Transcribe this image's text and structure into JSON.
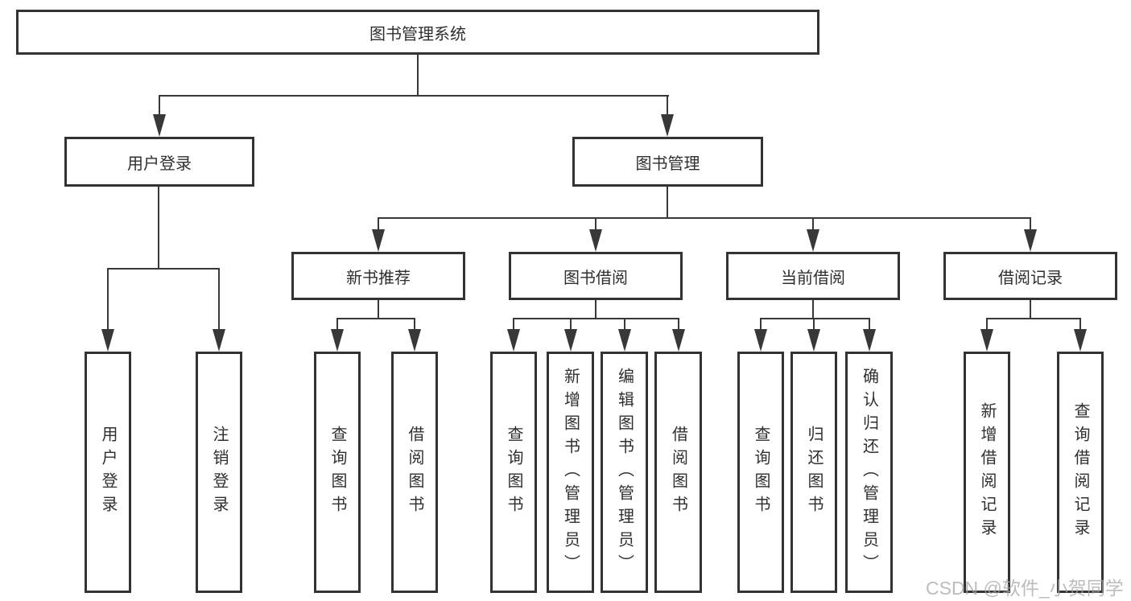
{
  "diagram": {
    "title": "图书管理系统",
    "root": {
      "label": "图书管理系统"
    },
    "level1": [
      {
        "label": "用户登录",
        "parent": "图书管理系统"
      },
      {
        "label": "图书管理",
        "parent": "图书管理系统"
      }
    ],
    "level2": [
      {
        "label": "新书推荐",
        "parent": "图书管理"
      },
      {
        "label": "图书借阅",
        "parent": "图书管理"
      },
      {
        "label": "当前借阅",
        "parent": "图书管理"
      },
      {
        "label": "借阅记录",
        "parent": "图书管理"
      }
    ],
    "leaves": [
      {
        "label": "用户登录",
        "parent": "用户登录"
      },
      {
        "label": "注销登录",
        "parent": "用户登录"
      },
      {
        "label": "查询图书",
        "parent": "新书推荐"
      },
      {
        "label": "借阅图书",
        "parent": "新书推荐"
      },
      {
        "label": "查询图书",
        "parent": "图书借阅"
      },
      {
        "label": "新增图书（管理员）",
        "parent": "图书借阅"
      },
      {
        "label": "编辑图书（管理员）",
        "parent": "图书借阅"
      },
      {
        "label": "借阅图书",
        "parent": "图书借阅"
      },
      {
        "label": "查询图书",
        "parent": "当前借阅"
      },
      {
        "label": "归还图书",
        "parent": "当前借阅"
      },
      {
        "label": "确认归还（管理员）",
        "parent": "当前借阅"
      },
      {
        "label": "新增借阅记录",
        "parent": "借阅记录"
      },
      {
        "label": "查询借阅记录",
        "parent": "借阅记录"
      }
    ]
  },
  "watermark": {
    "text": "CSDN @软件_小贺同学"
  },
  "colors": {
    "line": "#383838",
    "box_border": "#333333",
    "text": "#2f2f2f",
    "background": "#ffffff",
    "watermark": "#a5a5a5"
  }
}
